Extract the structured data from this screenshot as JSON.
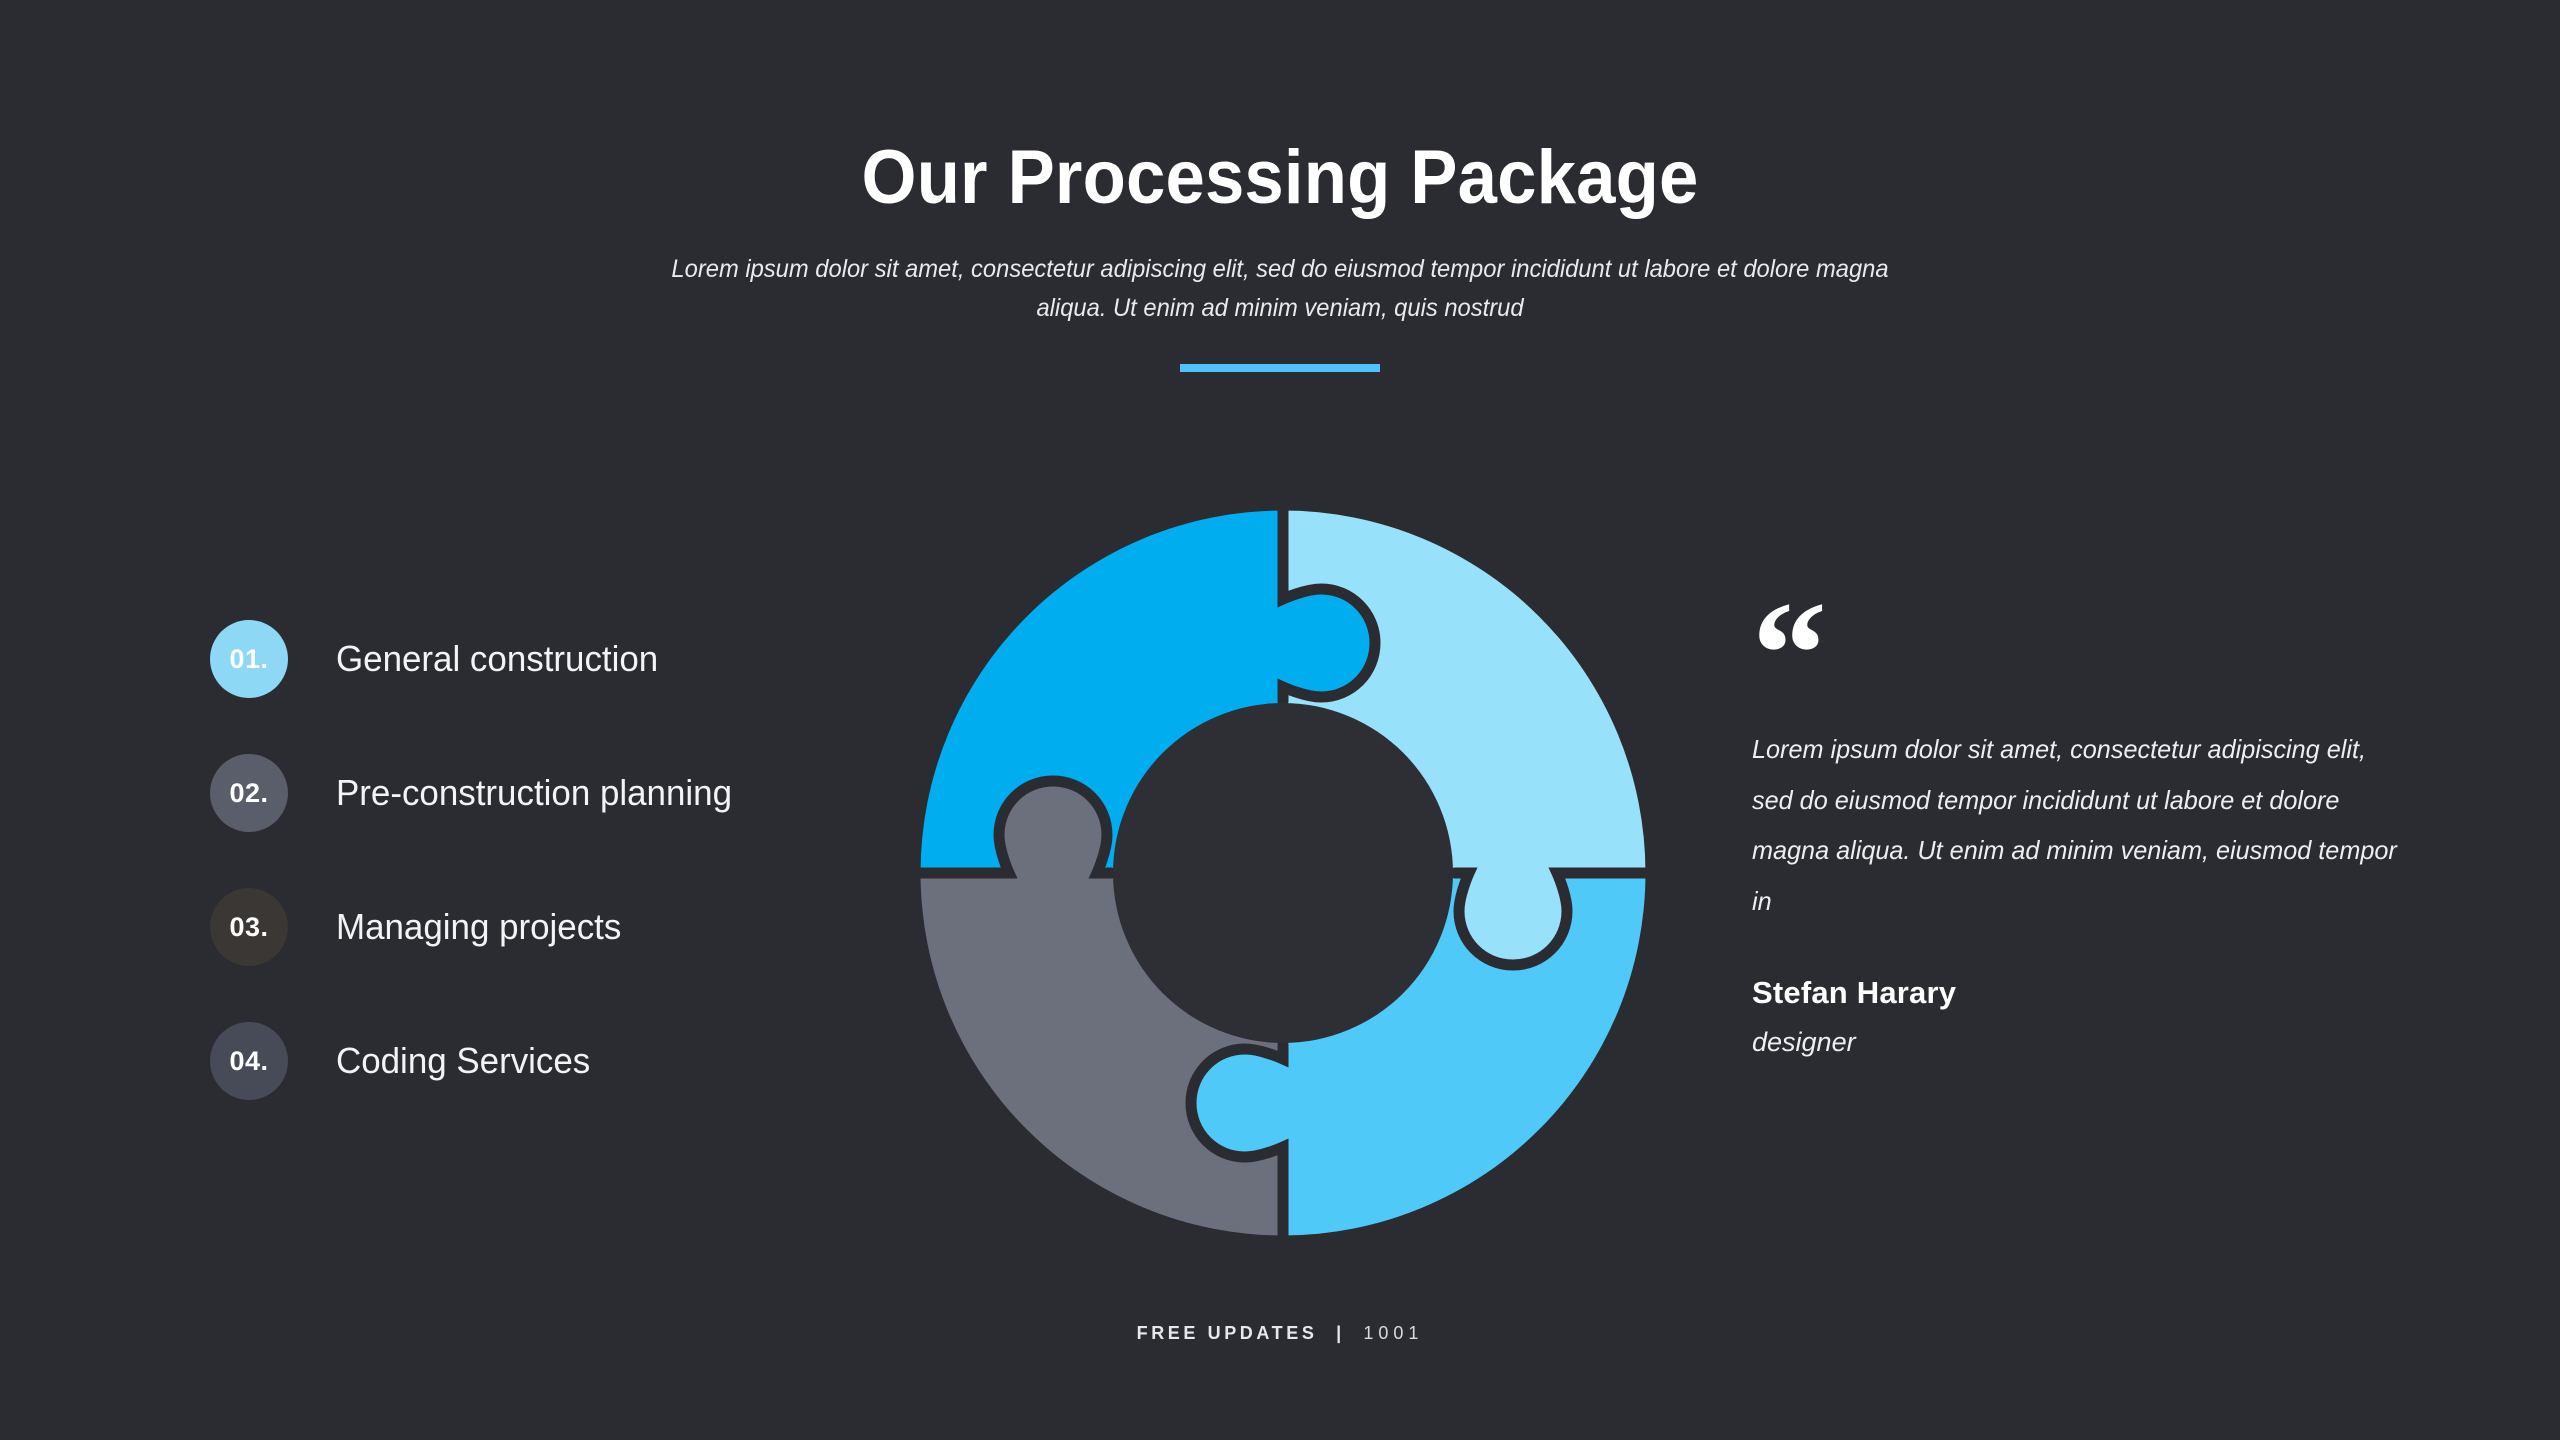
{
  "background_color": "#2b2c32",
  "accent_color": "#4fc3f7",
  "header": {
    "title": "Our Processing Package",
    "subtitle": "Lorem ipsum dolor sit amet, consectetur adipiscing elit, sed do eiusmod tempor incididunt ut labore et dolore magna aliqua. Ut enim ad minim veniam, quis nostrud"
  },
  "steps": [
    {
      "number": "01.",
      "label": "General construction",
      "badge_color": "#8dd9f5"
    },
    {
      "number": "02.",
      "label": "Pre-construction planning",
      "badge_color": "#5a5e6b"
    },
    {
      "number": "03.",
      "label": "Managing projects",
      "badge_color": "#3a3734"
    },
    {
      "number": "04.",
      "label": "Coding Services",
      "badge_color": "#474b57"
    }
  ],
  "diagram": {
    "type": "puzzle-ring",
    "segments": [
      {
        "position": "top-left",
        "color": "#00aeef",
        "step": "01."
      },
      {
        "position": "top-right",
        "color": "#97e1fb",
        "step": "02."
      },
      {
        "position": "bottom-right",
        "color": "#4fc9f8",
        "step": "03."
      },
      {
        "position": "bottom-left",
        "color": "#6b707c",
        "step": "04."
      }
    ],
    "gap_color": "#2e2f35",
    "center_color": "#2e2f35"
  },
  "testimonial": {
    "quote_glyph": "“",
    "quote": "Lorem ipsum dolor sit amet, consectetur adipiscing elit, sed do eiusmod tempor incididunt ut labore et dolore magna aliqua. Ut enim ad minim veniam, eiusmod tempor in",
    "author_name": "Stefan Harary",
    "author_role": "designer"
  },
  "footer": {
    "label": "FREE UPDATES",
    "separator": "|",
    "code": "1001"
  }
}
